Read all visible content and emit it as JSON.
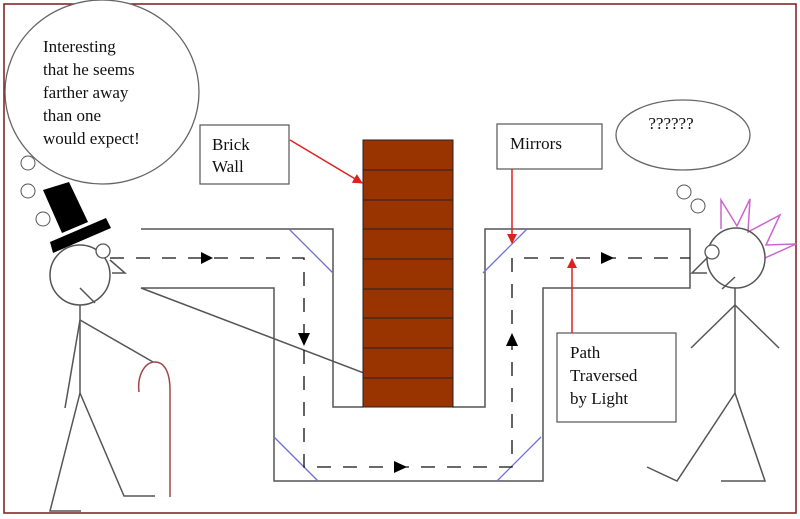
{
  "left_bubble": {
    "lines": [
      "Interesting",
      "that he seems",
      "farther away",
      "than one",
      "would expect!"
    ]
  },
  "right_bubble": {
    "text": "??????"
  },
  "labels": {
    "brick_wall": [
      "Brick",
      "Wall"
    ],
    "mirrors": "Mirrors",
    "path": [
      "Path",
      "Traversed",
      "by Light"
    ]
  },
  "colors": {
    "border": "#7a1a1a",
    "brick": "#993300",
    "mirror": "#7070d0",
    "pointer_arrow": "#e02020",
    "cane": "#a04848",
    "hair": "#cc66cc"
  }
}
